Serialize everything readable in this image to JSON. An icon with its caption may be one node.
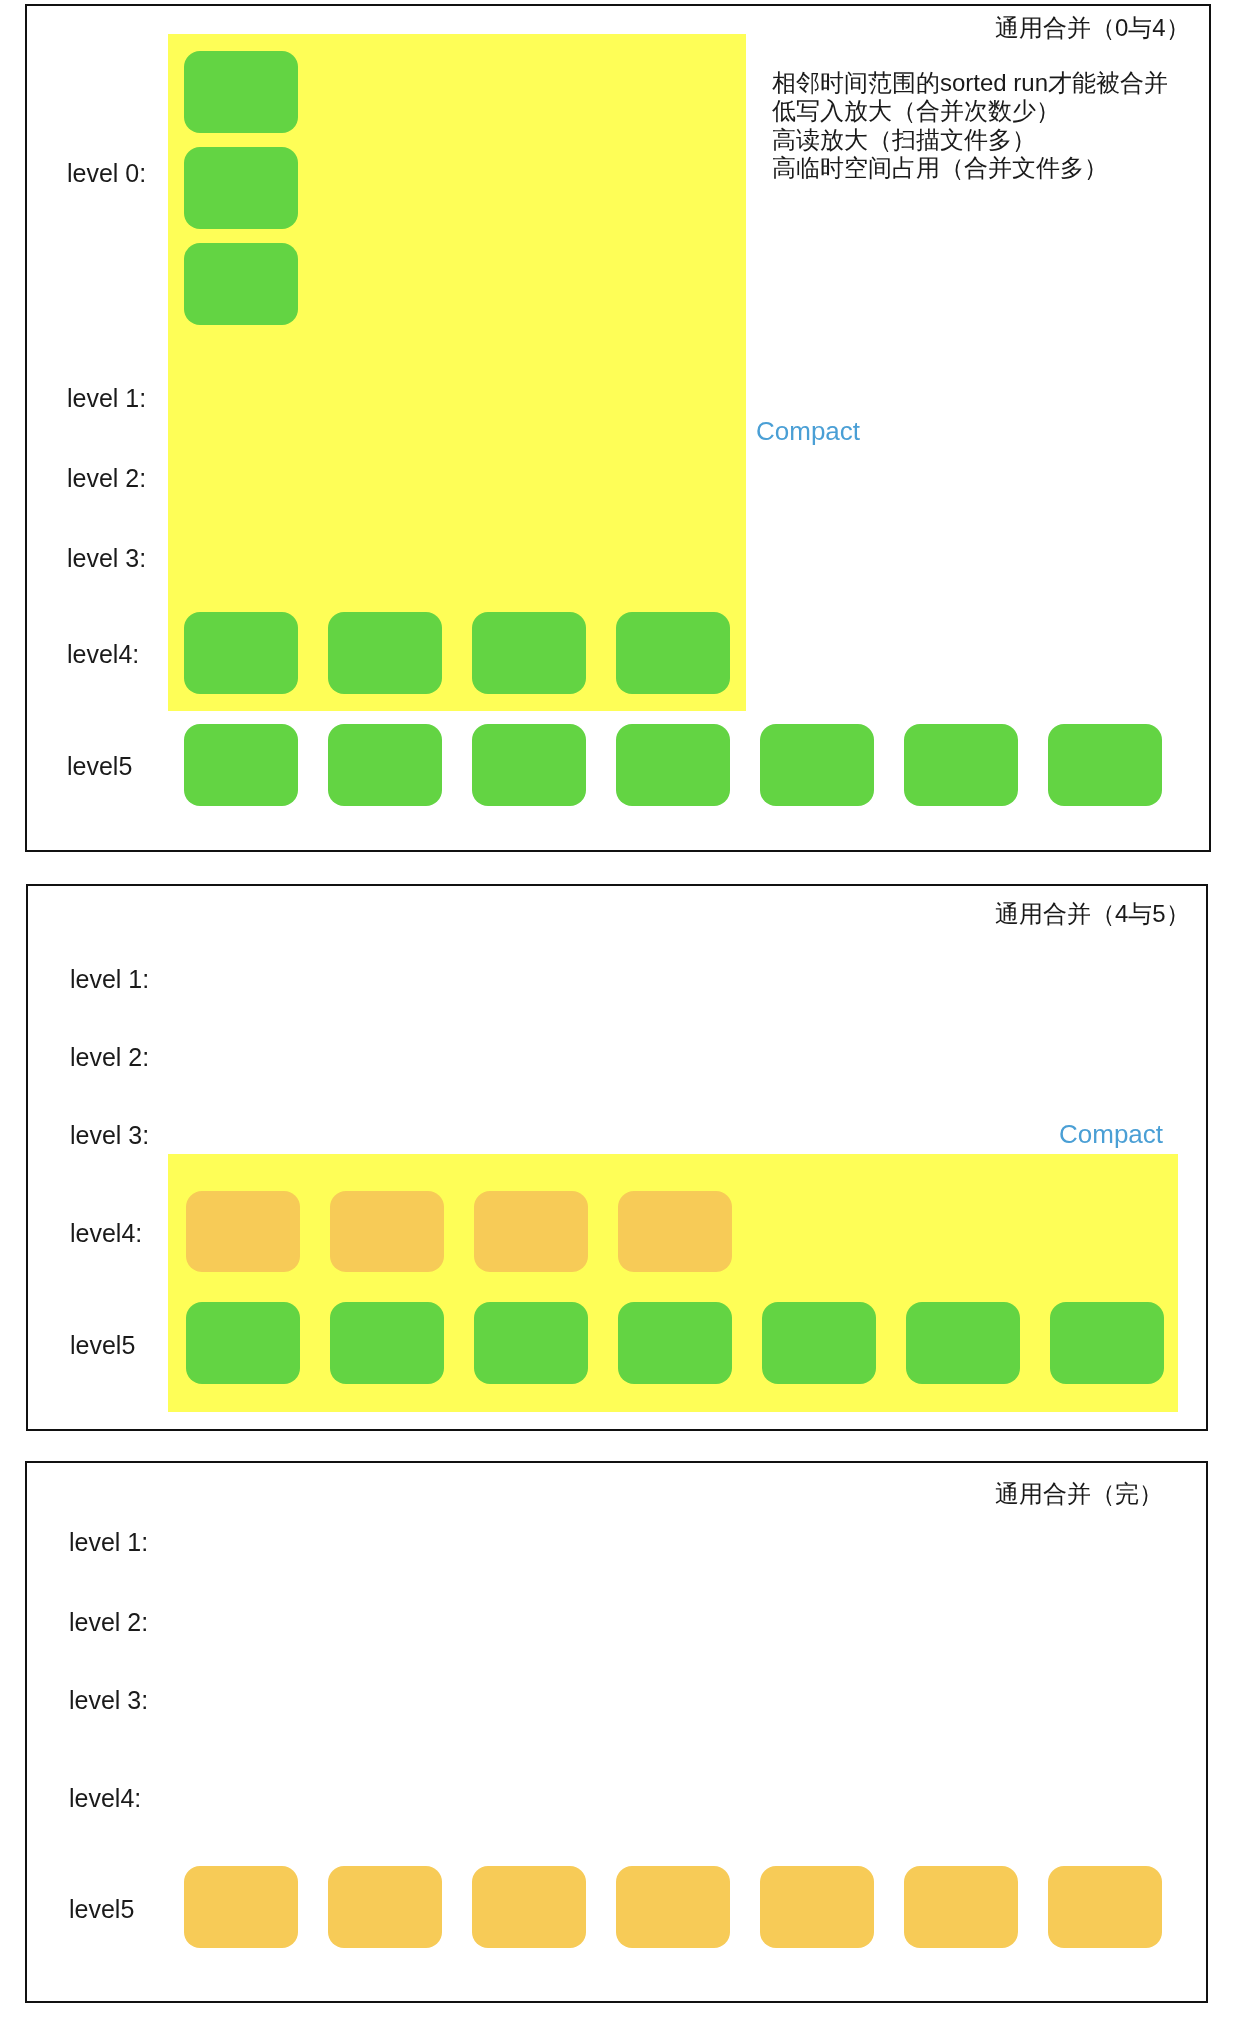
{
  "diagram": {
    "nodes": [
      {
        "text": [
          "通用合并（0与4）",
          "相邻时间范围的sorted run才能被合并",
          "低写入放大（合并次数少）",
          "高读放大（扫描文件多）",
          "高临时空间占用（合并文件多）"
        ]
      },
      {
        "text": [],
        "shape": "box",
        "in": 0,
        "beside": [
          "Compact"
        ]
      },
      {
        "text": [],
        "shape": "box",
        "in": 1
      },
      {
        "text": [],
        "shape": "box",
        "in": 1
      },
      {
        "text": [],
        "shape": "box",
        "in": 1
      },
      {
        "text": [],
        "shape": "box",
        "in": 1
      },
      {
        "text": [],
        "shape": "box",
        "in": 1
      },
      {
        "text": [],
        "shape": "box",
        "in": 1
      },
      {
        "text": [],
        "shape": "box",
        "in": 1
      },
      {
        "text": [],
        "shape": "box",
        "in": 0
      },
      {
        "text": [],
        "shape": "box",
        "in": 0
      },
      {
        "text": [],
        "shape": "box",
        "in": 0
      },
      {
        "text": [],
        "shape": "box",
        "in": 0
      },
      {
        "text": [],
        "shape": "box",
        "in": 0
      },
      {
        "text": [],
        "shape": "box",
        "in": 0
      },
      {
        "text": [],
        "shape": "box",
        "in": 0
      },
      {
        "text": [
          "通用合并（4与5）"
        ]
      },
      {
        "text": [],
        "shape": "box",
        "in": 16,
        "beside": [
          "Compact"
        ]
      },
      {
        "text": [],
        "shape": "box",
        "in": 17
      },
      {
        "text": [],
        "shape": "box",
        "in": 17
      },
      {
        "text": [],
        "shape": "box",
        "in": 17
      },
      {
        "text": [],
        "shape": "box",
        "in": 17
      },
      {
        "text": [],
        "shape": "box",
        "in": 17
      },
      {
        "text": [],
        "shape": "box",
        "in": 17
      },
      {
        "text": [],
        "shape": "box",
        "in": 17
      },
      {
        "text": [],
        "shape": "box",
        "in": 17
      },
      {
        "text": [],
        "shape": "box",
        "in": 17
      },
      {
        "text": [],
        "shape": "box",
        "in": 17
      },
      {
        "text": [],
        "shape": "box",
        "in": 17
      },
      {
        "text": [
          "通用合并（完）"
        ]
      },
      {
        "text": [],
        "shape": "box",
        "in": 29
      },
      {
        "text": [],
        "shape": "box",
        "in": 29
      },
      {
        "text": [],
        "shape": "box",
        "in": 29
      },
      {
        "text": [],
        "shape": "box",
        "in": 29
      },
      {
        "text": [],
        "shape": "box",
        "in": 29
      },
      {
        "text": [],
        "shape": "box",
        "in": 29
      },
      {
        "text": [],
        "shape": "box",
        "in": 29
      }
    ],
    "labels": [
      "level 0:",
      "level 1:",
      "level 2:",
      "level 3:",
      "level4:",
      "level5",
      "level 1:",
      "level 2:",
      "level 3:",
      "level4:",
      "level5",
      "level 1:",
      "level 2:",
      "level 3:",
      "level4:",
      "level5"
    ]
  }
}
